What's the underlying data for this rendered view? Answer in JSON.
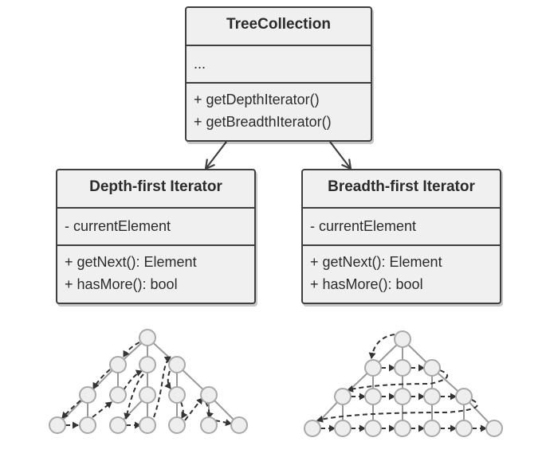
{
  "tree_collection": {
    "name": "TreeCollection",
    "fields": [
      "..."
    ],
    "methods": [
      "+ getDepthIterator()",
      "+ getBreadthIterator()"
    ]
  },
  "depth_iterator": {
    "name": "Depth-first Iterator",
    "fields": [
      "- currentElement"
    ],
    "methods": [
      "+ getNext(): Element",
      "+ hasMore(): bool"
    ]
  },
  "breadth_iterator": {
    "name": "Breadth-first Iterator",
    "fields": [
      "- currentElement"
    ],
    "methods": [
      "+ getNext(): Element",
      "+ hasMore(): bool"
    ]
  },
  "colors": {
    "line": "#3f3f3f",
    "box_fill": "#f0f0f0",
    "node_fill": "#eeeeee",
    "node_stroke": "#a9a9a9",
    "tree_edge": "#9a9a9a"
  }
}
